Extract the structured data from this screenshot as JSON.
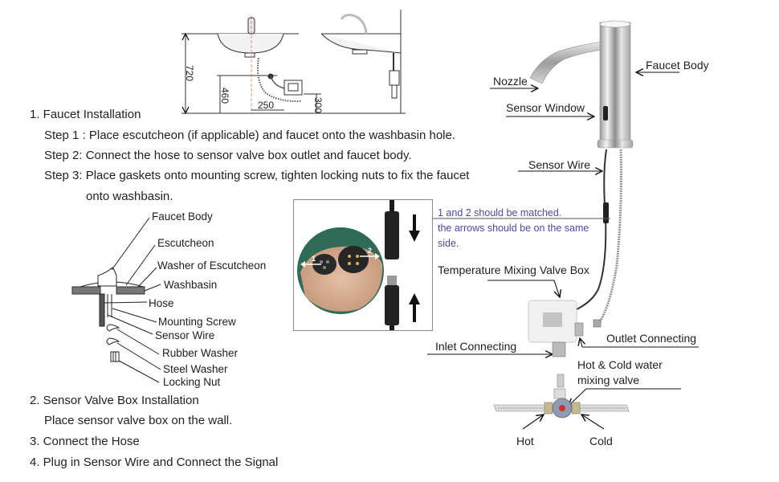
{
  "dimension_drawing": {
    "height_total": "720",
    "height_box": "460",
    "offset_horizontal": "250",
    "box_height": "300"
  },
  "instructions": {
    "section1": {
      "title": "1. Faucet Installation",
      "steps": [
        "Step 1 : Place escutcheon (if applicable) and faucet onto the washbasin hole.",
        "Step 2: Connect the hose to sensor valve box outlet and faucet body.",
        "Step 3: Place gaskets onto mounting screw, tighten locking nuts to fix the faucet",
        "onto washbasin."
      ]
    },
    "section2": {
      "title": "2. Sensor Valve Box Installation",
      "step": "Place sensor valve box on the wall."
    },
    "section3": {
      "title": "3. Connect the Hose"
    },
    "section4": {
      "title": "4. Plug in Sensor Wire and Connect the Signal"
    }
  },
  "exploded_view": {
    "labels": [
      "Faucet Body",
      "Escutcheon",
      "Washer of Escutcheon",
      "Washbasin",
      "Hose",
      "Mounting Screw",
      "Sensor Wire",
      "Rubber Washer",
      "Steel Washer",
      "Locking Nut"
    ]
  },
  "connector_photo": {
    "marker_1": "1",
    "marker_2": "2",
    "note_lines": [
      "1 and 2 should be matched.",
      "the arrows should be on the same",
      "side."
    ],
    "note_color": "#4a4aa8"
  },
  "product_labels": {
    "nozzle": "Nozzle",
    "faucet_body": "Faucet Body",
    "sensor_window": "Sensor Window",
    "sensor_wire": "Sensor Wire",
    "temp_valve_box": "Temperature Mixing Valve Box",
    "inlet": "Inlet Connecting",
    "outlet": "Outlet Connecting",
    "mixing_valve_line1": "Hot & Cold water",
    "mixing_valve_line2": "mixing valve",
    "hot": "Hot",
    "cold": "Cold"
  }
}
